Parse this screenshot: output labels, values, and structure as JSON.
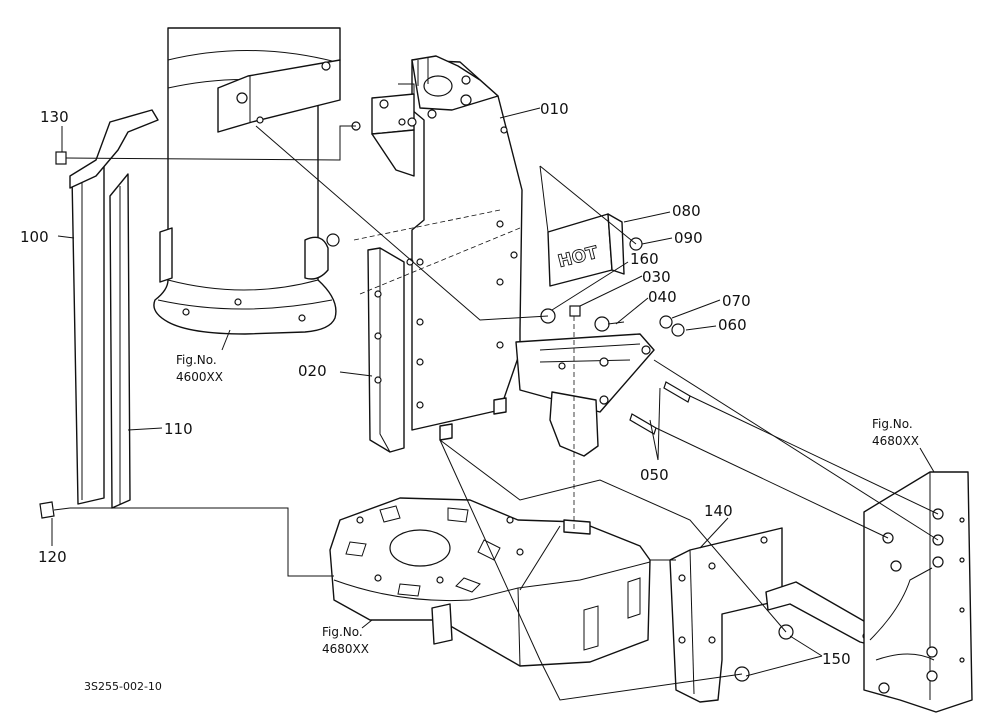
{
  "callouts": {
    "p010": "010",
    "p020": "020",
    "p030": "030",
    "p040": "040",
    "p050": "050",
    "p060": "060",
    "p070": "070",
    "p080": "080",
    "p090": "090",
    "p100": "100",
    "p110": "110",
    "p120": "120",
    "p130": "130",
    "p140": "140",
    "p150": "150",
    "p160": "160"
  },
  "figure_refs": {
    "ref_left": {
      "line1": "Fig.No.",
      "line2": "4600XX"
    },
    "ref_bottom": {
      "line1": "Fig.No.",
      "line2": "4680XX"
    },
    "ref_right": {
      "line1": "Fig.No.",
      "line2": "4680XX"
    }
  },
  "plate_text": "HOT",
  "drawing_code": "3S255-002-10"
}
